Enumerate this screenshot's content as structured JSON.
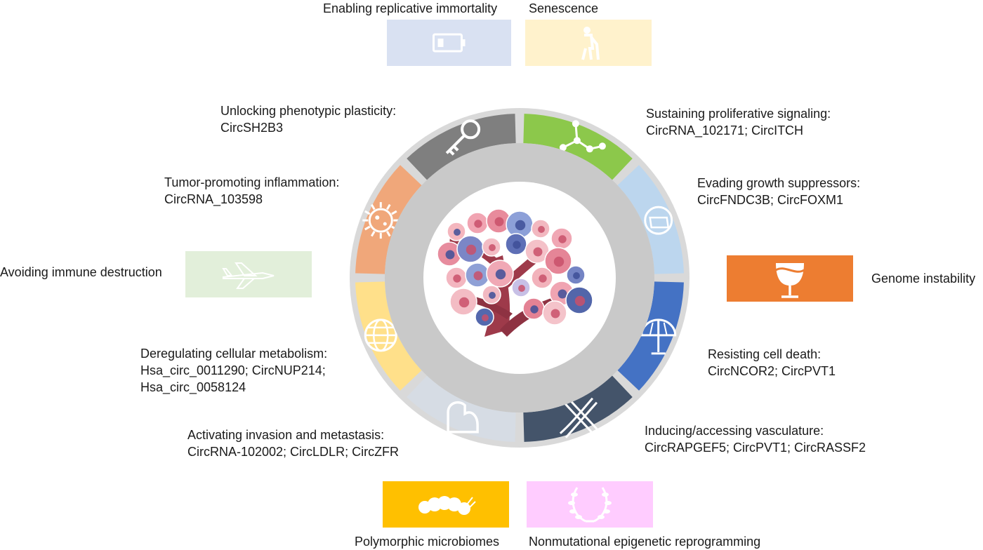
{
  "segments": [
    {
      "id": "proliferative",
      "title": "Sustaining proliferative signaling:",
      "genes": "CircRNA_102171; CircITCH",
      "color": "#8cc84b",
      "icon": "network-nodes-icon"
    },
    {
      "id": "growth-suppressors",
      "title": "Evading growth suppressors:",
      "genes": "CircFNDC3B; CircFOXM1",
      "color": "#bcd6ee",
      "icon": "helmet-icon"
    },
    {
      "id": "cell-death",
      "title": "Resisting cell death:",
      "genes": "CircNCOR2; CircPVT1",
      "color": "#4472c4",
      "icon": "umbrella-icon"
    },
    {
      "id": "vasculature",
      "title": "Inducing/accessing vasculature:",
      "genes": "CircRAPGEF5; CircPVT1; CircRASSF2",
      "color": "#44546a",
      "icon": "blood-vessels-icon"
    },
    {
      "id": "invasion",
      "title": "Activating invasion and metastasis:",
      "genes": "CircRNA-102002; CircLDLR; CircZFR",
      "color": "#d6dce4",
      "icon": "arm-icon"
    },
    {
      "id": "metabolism",
      "title": "Deregulating cellular metabolism:",
      "genes": "Hsa_circ_0011290; CircNUP214;",
      "genes2": "Hsa_circ_0058124",
      "color": "#ffe08a",
      "icon": "globe-icon"
    },
    {
      "id": "inflammation",
      "title": "Tumor-promoting inflammation:",
      "genes": "CircRNA_103598",
      "color": "#f0a77a",
      "icon": "virus-icon"
    },
    {
      "id": "plasticity",
      "title": "Unlocking phenotypic plasticity:",
      "genes": "CircSH2B3",
      "color": "#7f7f7f",
      "icon": "key-icon"
    }
  ],
  "boxes": [
    {
      "id": "immortality",
      "label": "Enabling replicative immortality",
      "color": "#d9e1f2",
      "icon": "battery-icon"
    },
    {
      "id": "senescence",
      "label": "Senescence",
      "color": "#fff2cc",
      "icon": "elderly-person-icon"
    },
    {
      "id": "immune",
      "label": "Avoiding immune destruction",
      "color": "#e2efda",
      "icon": "fighter-jet-icon"
    },
    {
      "id": "genome",
      "label": "Genome instability",
      "color": "#ed7d31",
      "icon": "wine-glass-icon"
    },
    {
      "id": "microbiomes",
      "label": "Polymorphic microbiomes",
      "color": "#ffc000",
      "icon": "caterpillar-icon"
    },
    {
      "id": "epigenetic",
      "label": "Nonmutational epigenetic reprogramming",
      "color": "#ffccff",
      "icon": "laurel-wreath-icon"
    }
  ],
  "center_image": "tumor-tree-illustration"
}
